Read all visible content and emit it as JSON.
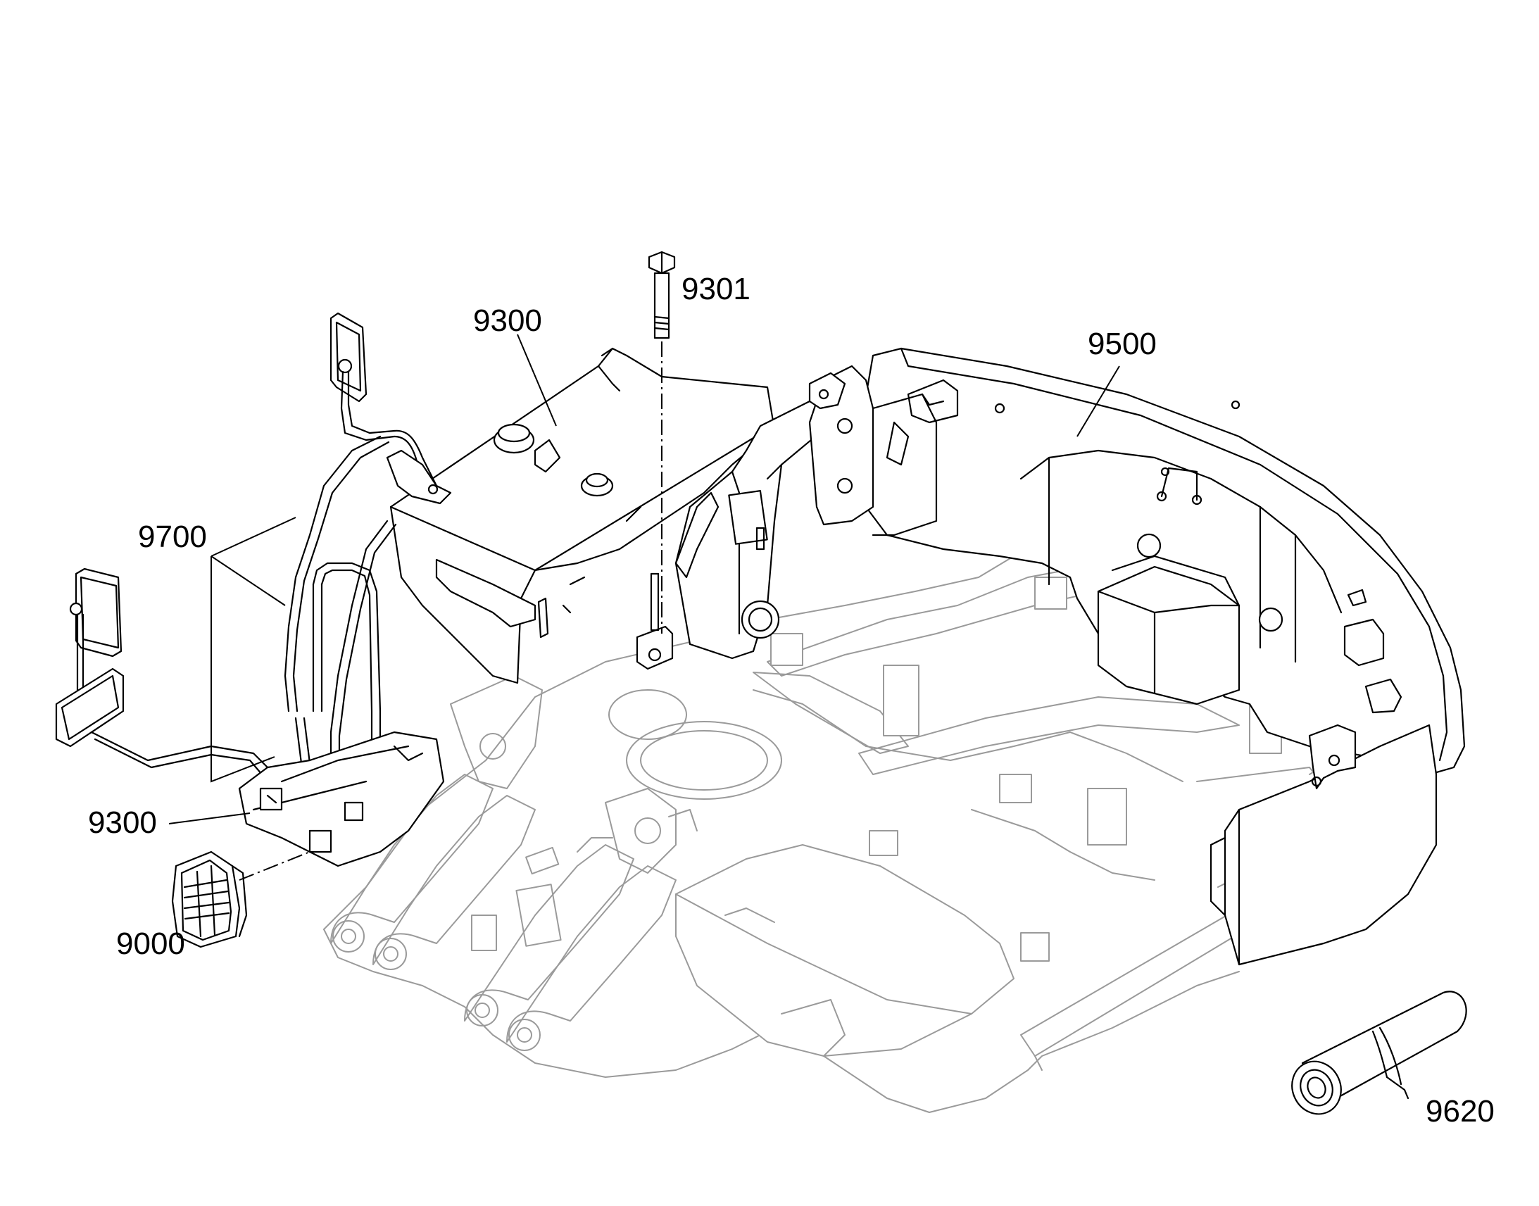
{
  "diagram": {
    "callouts": [
      {
        "id": "9301",
        "label": "9301"
      },
      {
        "id": "9300-top",
        "label": "9300"
      },
      {
        "id": "9500",
        "label": "9500"
      },
      {
        "id": "9700",
        "label": "9700"
      },
      {
        "id": "9300-bottom",
        "label": "9300"
      },
      {
        "id": "9000",
        "label": "9000"
      },
      {
        "id": "9620",
        "label": "9620"
      }
    ]
  }
}
